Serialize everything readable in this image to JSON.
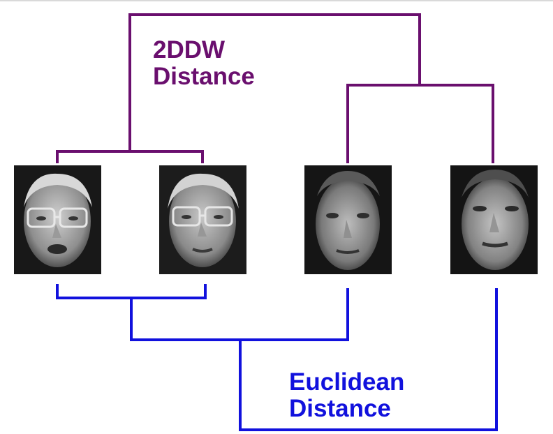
{
  "labels": {
    "top_line1": "2DDW",
    "top_line2": "Distance",
    "bottom_line1": "Euclidean",
    "bottom_line2": "Distance"
  },
  "colors": {
    "top_tree": "#6a0f6e",
    "bottom_tree": "#1111dd"
  },
  "faces": [
    {
      "name": "face-person-a-1",
      "description": "older man with glasses"
    },
    {
      "name": "face-person-a-2",
      "description": "older man with glasses"
    },
    {
      "name": "face-person-b-1",
      "description": "young man"
    },
    {
      "name": "face-person-b-2",
      "description": "young man"
    }
  ]
}
